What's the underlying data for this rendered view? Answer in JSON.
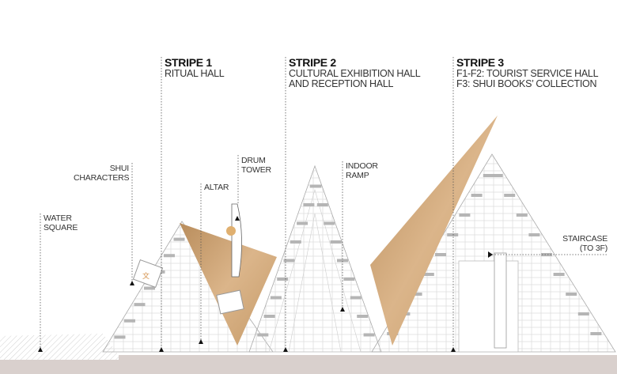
{
  "stripes": [
    {
      "title": "STRIPE 1",
      "lines": [
        "RITUAL HALL"
      ]
    },
    {
      "title": "STRIPE 2",
      "lines": [
        "CULTURAL EXHIBITION HALL",
        "AND RECEPTION HALL"
      ]
    },
    {
      "title": "STRIPE 3",
      "lines": [
        "F1-F2: TOURIST SERVICE HALL",
        "F3: SHUI BOOKS’ COLLECTION"
      ]
    }
  ],
  "labels": {
    "water_square": [
      "WATER",
      "SQUARE"
    ],
    "shui_characters": [
      "SHUI",
      "CHARACTERS"
    ],
    "altar": [
      "ALTAR"
    ],
    "drum_tower": [
      "DRUM",
      "TOWER"
    ],
    "indoor_ramp": [
      "INDOOR",
      "RAMP"
    ],
    "staircase": [
      "STAIRCASE",
      "(TO 3F)"
    ]
  },
  "colors": {
    "wood": "#c9a171",
    "ground": "#d9d0cd",
    "line": "#bbbbbb",
    "step": "#b5b5b5"
  }
}
